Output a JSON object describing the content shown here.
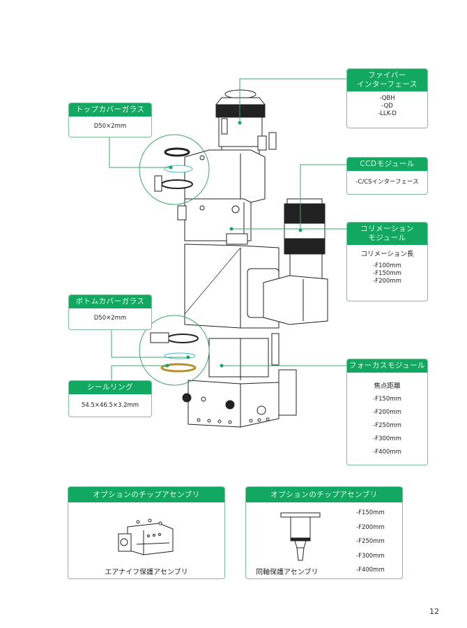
{
  "callouts": {
    "fiber": {
      "title_line1": "ファイバー",
      "title_line2": "インターフェース",
      "items": [
        "-QBH",
        "-QD",
        "-LLK-D"
      ]
    },
    "top_cover_glass": {
      "title": "トップカバーガラス",
      "spec": "D50×2mm"
    },
    "ccd": {
      "title": "CCDモジュール",
      "spec": "-C/CSインターフェース"
    },
    "collimation": {
      "title_line1": "コリメーション",
      "title_line2": "モジュール",
      "subtitle": "コリメーション長",
      "items": [
        "-F100mm",
        "-F150mm",
        "-F200mm"
      ]
    },
    "bottom_cover_glass": {
      "title": "ボトムカバーガラス",
      "spec": "D50×2mm"
    },
    "seal_ring": {
      "title": "シールリング",
      "spec": "54.5×46.5×3.2mm"
    },
    "focus": {
      "title": "フォーカスモジュール",
      "subtitle": "焦点距離",
      "items": [
        "-F150mm",
        "-F200mm",
        "-F250mm",
        "-F300mm",
        "-F400mm"
      ]
    }
  },
  "options": [
    {
      "title": "オプションのチップアセンブリ",
      "caption": "エアナイフ保護アセンブリ"
    },
    {
      "title": "オプションのチップアセンブリ",
      "caption": "同軸保護アセンブリ",
      "items": [
        "-F150mm",
        "-F200mm",
        "-F250mm",
        "-F300mm",
        "-F400mm"
      ]
    }
  ],
  "colors": {
    "accent_green": "#13a862",
    "border_green": "#7fbf96",
    "cover_glass_blue": "#3fb7d6",
    "seal_ring_gold": "#b8902a"
  },
  "page_number": "12"
}
